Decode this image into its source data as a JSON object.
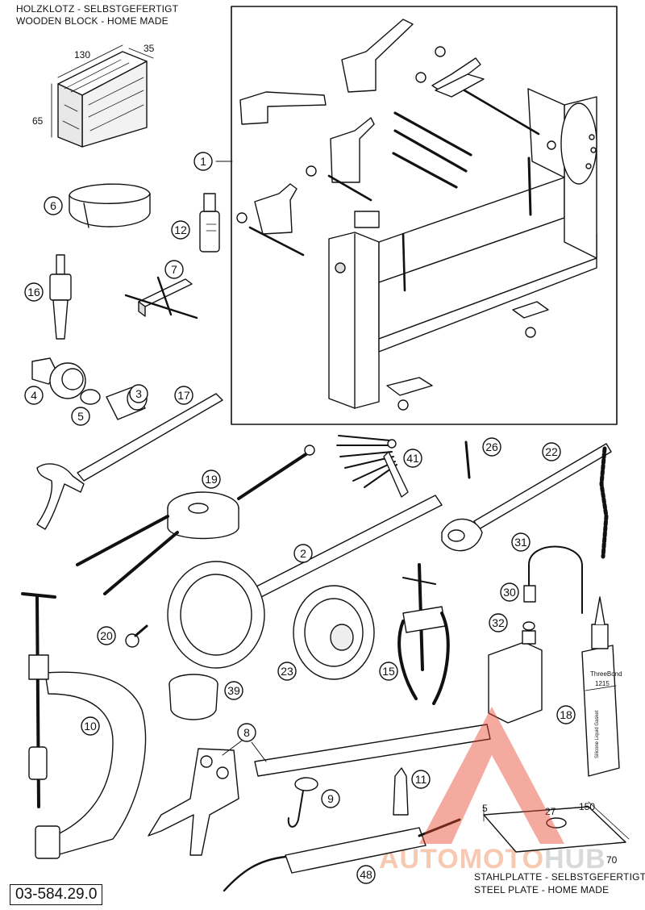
{
  "captions": {
    "wood_line1": "HOLZKLOTZ - SELBSTGEFERTIGT",
    "wood_line2": "WOODEN BLOCK - HOME MADE",
    "steel_line1": "STAHLPLATTE - SELBSTGEFERTIGT",
    "steel_line2": "STEEL PLATE - HOME MADE"
  },
  "dimensions": {
    "wood_length": "130",
    "wood_depth": "35",
    "wood_height": "65",
    "plate_length": "150",
    "plate_width": "70",
    "plate_hole": "27",
    "plate_thickness": "5"
  },
  "part_number": "03-584.29.0",
  "callouts": [
    "1",
    "2",
    "3",
    "4",
    "5",
    "6",
    "7",
    "8",
    "9",
    "10",
    "11",
    "12",
    "15",
    "16",
    "17",
    "18",
    "19",
    "20",
    "22",
    "23",
    "26",
    "30",
    "31",
    "32",
    "39",
    "41",
    "48"
  ],
  "labels": {
    "product_brand": "ThreeBond",
    "product_code": "1215",
    "product_note": "Silicone Liquid Gasket"
  },
  "watermark": {
    "part1": "AUTOMOTO",
    "part2": "HUB",
    "accent_color": "#e8432d"
  }
}
